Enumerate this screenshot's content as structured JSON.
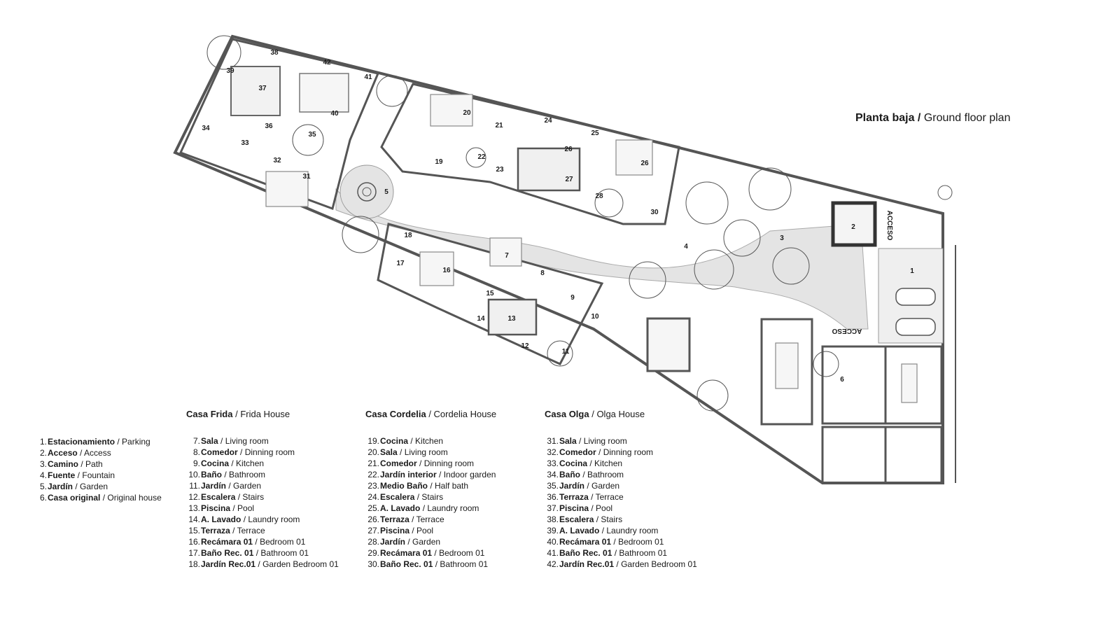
{
  "title": {
    "bold": "Planta baja /",
    "regular": "Ground floor plan"
  },
  "legend": {
    "general": {
      "items": [
        {
          "n": "1.",
          "es": "Estacionamiento",
          "en": "Parking"
        },
        {
          "n": "2.",
          "es": "Acceso",
          "en": "Access"
        },
        {
          "n": "3.",
          "es": "Camino",
          "en": "Path"
        },
        {
          "n": "4.",
          "es": "Fuente",
          "en": "Fountain"
        },
        {
          "n": "5.",
          "es": "Jardín",
          "en": "Garden"
        },
        {
          "n": "6.",
          "es": "Casa original",
          "en": "Original house"
        }
      ]
    },
    "frida": {
      "heading_es": "Casa Frida",
      "heading_en": "Frida House",
      "items": [
        {
          "n": "7.",
          "es": "Sala",
          "en": "Living room"
        },
        {
          "n": "8.",
          "es": "Comedor",
          "en": "Dinning room"
        },
        {
          "n": "9.",
          "es": "Cocina",
          "en": "Kitchen"
        },
        {
          "n": "10.",
          "es": "Baño",
          "en": "Bathroom"
        },
        {
          "n": "11.",
          "es": "Jardín",
          "en": "Garden"
        },
        {
          "n": "12.",
          "es": "Escalera",
          "en": "Stairs"
        },
        {
          "n": "13.",
          "es": "Piscina",
          "en": "Pool"
        },
        {
          "n": "14.",
          "es": "A. Lavado",
          "en": "Laundry room"
        },
        {
          "n": "15.",
          "es": "Terraza",
          "en": "Terrace"
        },
        {
          "n": "16.",
          "es": "Recámara 01",
          "en": "Bedroom 01"
        },
        {
          "n": "17.",
          "es": "Baño Rec. 01",
          "en": "Bathroom 01"
        },
        {
          "n": "18.",
          "es": "Jardín Rec.01",
          "en": "Garden Bedroom 01"
        }
      ]
    },
    "cordelia": {
      "heading_es": "Casa Cordelia",
      "heading_en": "Cordelia House",
      "items": [
        {
          "n": "19.",
          "es": "Cocina",
          "en": "Kitchen"
        },
        {
          "n": "20.",
          "es": "Sala",
          "en": "Living room"
        },
        {
          "n": "21.",
          "es": "Comedor",
          "en": "Dinning room"
        },
        {
          "n": "22.",
          "es": "Jardín interior",
          "en": "Indoor garden"
        },
        {
          "n": "23.",
          "es": "Medio Baño",
          "en": "Half bath"
        },
        {
          "n": "24.",
          "es": "Escalera",
          "en": "Stairs"
        },
        {
          "n": "25.",
          "es": "A. Lavado",
          "en": "Laundry room"
        },
        {
          "n": "26.",
          "es": "Terraza",
          "en": "Terrace"
        },
        {
          "n": "27.",
          "es": "Piscina",
          "en": "Pool"
        },
        {
          "n": "28.",
          "es": "Jardín",
          "en": "Garden"
        },
        {
          "n": "29.",
          "es": "Recámara 01",
          "en": "Bedroom 01"
        },
        {
          "n": "30.",
          "es": "Baño Rec. 01",
          "en": "Bathroom 01"
        }
      ]
    },
    "olga": {
      "heading_es": "Casa Olga",
      "heading_en": "Olga House",
      "items": [
        {
          "n": "31.",
          "es": "Sala",
          "en": "Living room"
        },
        {
          "n": "32.",
          "es": "Comedor",
          "en": "Dinning room"
        },
        {
          "n": "33.",
          "es": "Cocina",
          "en": "Kitchen"
        },
        {
          "n": "34.",
          "es": "Baño",
          "en": "Bathroom"
        },
        {
          "n": "35.",
          "es": "Jardín",
          "en": "Garden"
        },
        {
          "n": "36.",
          "es": "Terraza",
          "en": "Terrace"
        },
        {
          "n": "37.",
          "es": "Piscina",
          "en": "Pool"
        },
        {
          "n": "38.",
          "es": "Escalera",
          "en": "Stairs"
        },
        {
          "n": "39.",
          "es": "A. Lavado",
          "en": "Laundry room"
        },
        {
          "n": "40.",
          "es": "Recámara 01",
          "en": "Bedroom 01"
        },
        {
          "n": "41.",
          "es": "Baño Rec. 01",
          "en": "Bathroom 01"
        },
        {
          "n": "42.",
          "es": "Jardín Rec.01",
          "en": "Garden Bedroom 01"
        }
      ]
    }
  },
  "plan_labels": [
    "1",
    "2",
    "3",
    "4",
    "5",
    "6",
    "7",
    "8",
    "9",
    "10",
    "11",
    "12",
    "13",
    "14",
    "15",
    "16",
    "17",
    "18",
    "19",
    "20",
    "21",
    "22",
    "23",
    "24",
    "25",
    "26",
    "26",
    "27",
    "28",
    "30",
    "31",
    "32",
    "33",
    "34",
    "35",
    "36",
    "37",
    "38",
    "39",
    "40",
    "41",
    "42"
  ],
  "access_labels": [
    "ACCESO",
    "ACCESO"
  ],
  "colors": {
    "wall": "#555555",
    "ink": "#1a1a1a",
    "paving": "#d9d9d9",
    "furniture": "#9a9a9a"
  }
}
